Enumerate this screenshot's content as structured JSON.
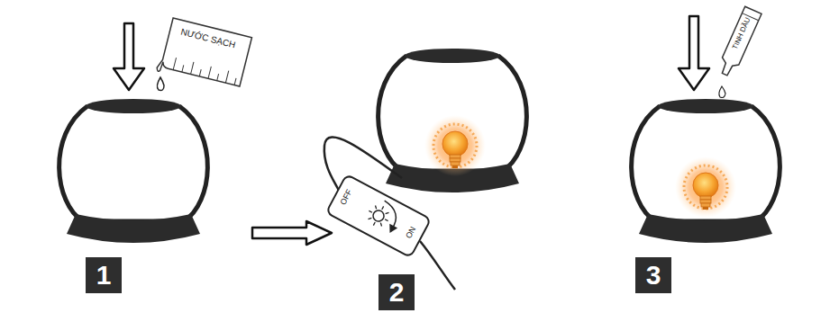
{
  "diagram": {
    "nodes": [
      {
        "text": [
          "NƯỚC SẠCH"
        ]
      },
      {
        "text": [
          "1"
        ]
      },
      {
        "text": [
          "OFF",
          "ON"
        ]
      },
      {
        "text": [
          "2"
        ]
      },
      {
        "text": [
          "TINH DẦU"
        ]
      },
      {
        "text": [
          "3"
        ]
      }
    ]
  }
}
